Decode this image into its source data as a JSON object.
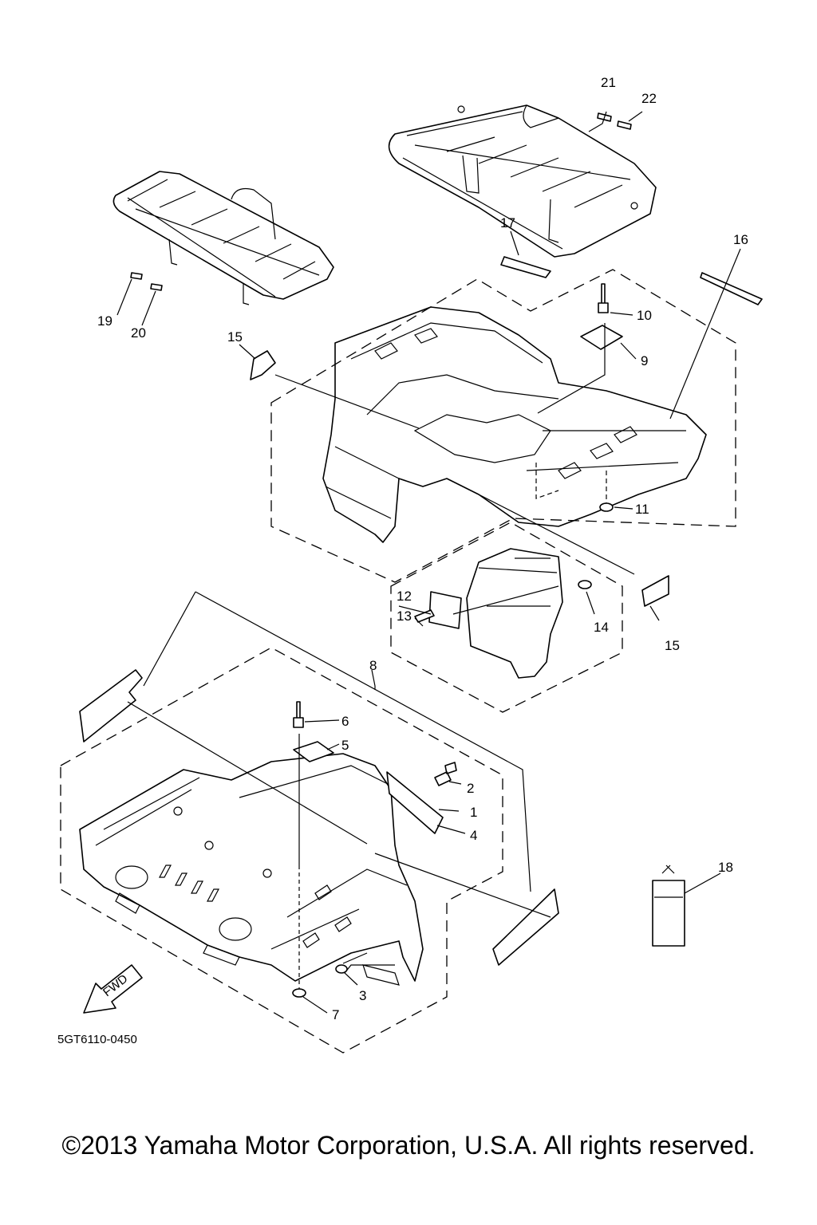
{
  "callouts": {
    "n1": "1",
    "n2": "2",
    "n3": "3",
    "n4": "4",
    "n5": "5",
    "n6": "6",
    "n7": "7",
    "n8": "8",
    "n9": "9",
    "n10": "10",
    "n11": "11",
    "n12": "12",
    "n13": "13",
    "n14": "14",
    "n15a": "15",
    "n15b": "15",
    "n16": "16",
    "n17": "17",
    "n18": "18",
    "n19": "19",
    "n20": "20",
    "n21": "21",
    "n22": "22"
  },
  "fwd_label": "FWD",
  "diagram_code": "5GT6110-0450",
  "copyright": "©2013 Yamaha Motor Corporation, U.S.A. All rights reserved.",
  "colors": {
    "line": "#000000",
    "background": "#ffffff"
  },
  "icons": [
    "fwd-arrow-icon"
  ]
}
